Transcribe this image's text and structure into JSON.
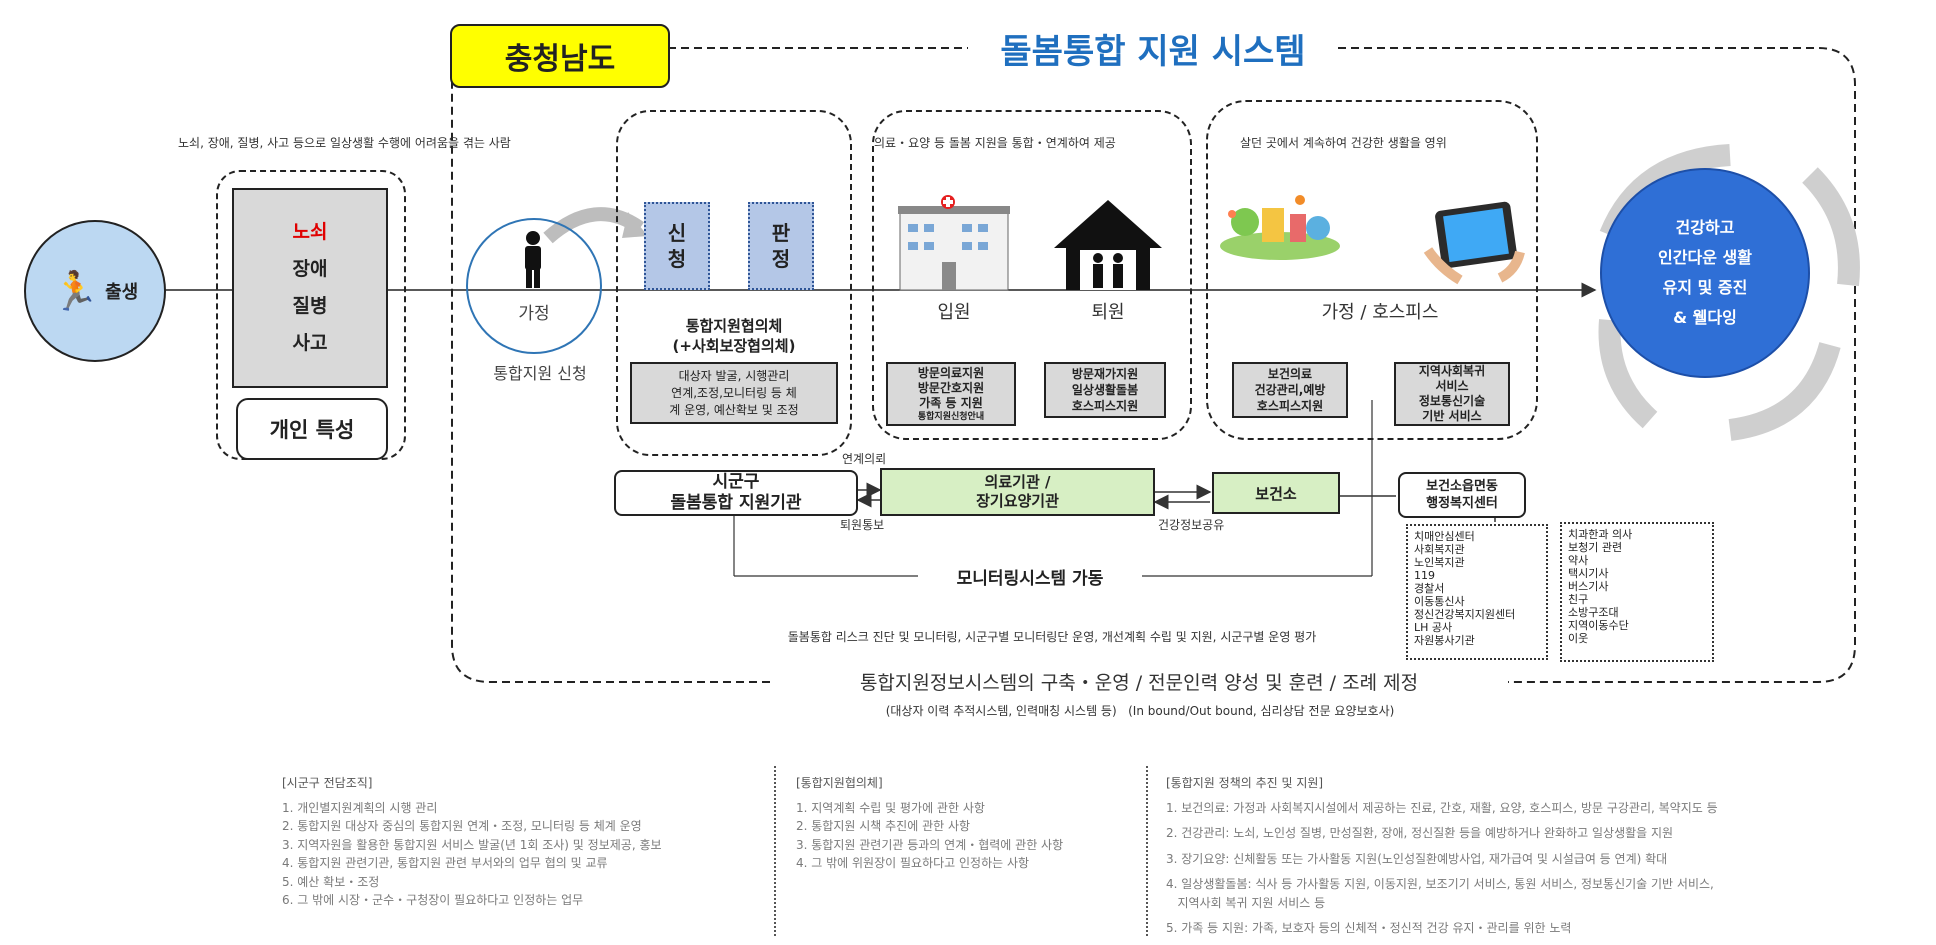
{
  "region_label": "충청남도",
  "title": "돌봄통합 지원 시스템",
  "captions": {
    "target": "노쇠, 장애, 질병, 사고 등으로 일상생활 수행에 어려움을 겪는 사람",
    "medical": "의료・요양 등 돌봄 지원을 통합・연계하여 제공",
    "home": "살던 곳에서 계속하여 건강한 생활을 영위"
  },
  "birth": "출생",
  "risk_items": [
    "노쇠",
    "장애",
    "질병",
    "사고"
  ],
  "personal": "개인 특성",
  "home_circle": "가정",
  "apply_label": "통합지원 신청",
  "apply_boxes": [
    "신\n청",
    "판\n정"
  ],
  "council": {
    "title": "통합지원협의체\n(+사회보장협의체)",
    "desc": "대상자 발굴, 시행관리\n연계,조정,모니터링 등 체\n계 운영, 예산확보 및 조정"
  },
  "hospital_label": "입원",
  "discharge_label": "퇴원",
  "home_hospice": "가정 / 호스피스",
  "service_boxes": {
    "visit_medical": "방문의료지원\n방문간호지원\n가족 등 지원",
    "visit_medical_sub": "통합지원신청안내",
    "visit_care": "방문재가지원\n일상생활돌봄\n호스피스지원",
    "health": "보건의료\n건강관리,예방\n호스피스지원",
    "community": "지역사회복귀\n서비스\n정보통신기술\n기반 서비스"
  },
  "outcome": "건강하고\n인간다운 생활\n유지 및 증진\n& 웰다잉",
  "agency": "시군구\n돌봄통합 지원기관",
  "medical_inst": "의료기관 /\n장기요양기관",
  "health_center": "보건소",
  "local_center": "보건소읍면동\n행정복지센터",
  "flow_labels": {
    "link": "연계의뢰",
    "discharge_notice": "퇴원통보",
    "share": "건강정보공유"
  },
  "partners_left": [
    "치매안심센터",
    "사회복지관",
    "노인복지관",
    "119",
    "경찰서",
    "이동통신사",
    "정신건강복지지원센터",
    "LH 공사",
    "자원봉사기관"
  ],
  "partners_right": [
    "치과한과 의사",
    "보청기 관련",
    "약사",
    "택시기사",
    "버스기사",
    "친구",
    "소방구조대",
    "지역이동수단",
    "이웃"
  ],
  "monitoring": "모니터링시스템 가동",
  "risk_line": "돌봄통합 리스크 진단 및 모니터링, 시군구별 모니터링단 운영, 개선계획 수립 및 지원, 시군구별 운영 평가",
  "bottom_title": "통합지원정보시스템의 구축・운영 / 전문인력 양성 및 훈련 / 조례 제정",
  "bottom_sub": "(대상자 이력 추적시스템, 인력매칭 시스템 등)   (In bound/Out bound, 심리상담 전문 요양보호사)",
  "notes": [
    {
      "heading": "[시군구 전담조직]",
      "items": [
        "1. 개인별지원계획의 시행 관리",
        "2. 통합지원 대상자 중심의 통합지원 연계・조정, 모니터링 등 체계 운영",
        "3. 지역자원을 활용한 통합지원 서비스 발굴(년 1회 조사) 및 정보제공, 홍보",
        "4. 통합지원 관련기관, 통합지원 관련 부서와의 업무 협의 및 교류",
        "5. 예산 확보・조정",
        "6. 그 밖에 시장・군수・구청장이 필요하다고 인정하는 업무"
      ]
    },
    {
      "heading": "[통합지원협의체]",
      "items": [
        "1. 지역계획 수립 및 평가에 관한 사항",
        "2. 통합지원 시책 추진에 관한 사항",
        "3. 통합지원 관련기관 등과의 연계・협력에 관한 사항",
        "4. 그 밖에 위원장이 필요하다고 인정하는 사항"
      ]
    },
    {
      "heading": "[통합지원 정책의 추진 및 지원]",
      "items": [
        "1. 보건의료: 가정과 사회복지시설에서 제공하는 진료, 간호, 재활, 요양, 호스피스, 방문 구강관리, 복약지도 등",
        "2. 건강관리: 노쇠, 노인성 질병, 만성질환, 장애, 정신질환 등을 예방하거나 완화하고 일상생활을 지원",
        "3. 장기요양: 신체활동 또는 가사활동 지원(노인성질환예방사업, 재가급여 및 시설급여 등 연계) 확대",
        "4. 일상생활돌봄: 식사 등 가사활동 지원, 이동지원, 보조기기 서비스, 통원 서비스, 정보통신기술 기반 서비스,\n   지역사회 복귀 지원 서비스 등",
        "5. 가족 등 지원: 가족, 보호자 등의 신체적・정신적 건강 유지・관리를 위한 노력"
      ]
    }
  ],
  "colors": {
    "title": "#1f6fbf",
    "region_bg": "#ffff00",
    "outcome": "#2f6fd6",
    "birth": "#bcd8f2",
    "risk_first": "#e00000",
    "green": "#d7efc4",
    "apply": "#b4c7e7"
  }
}
